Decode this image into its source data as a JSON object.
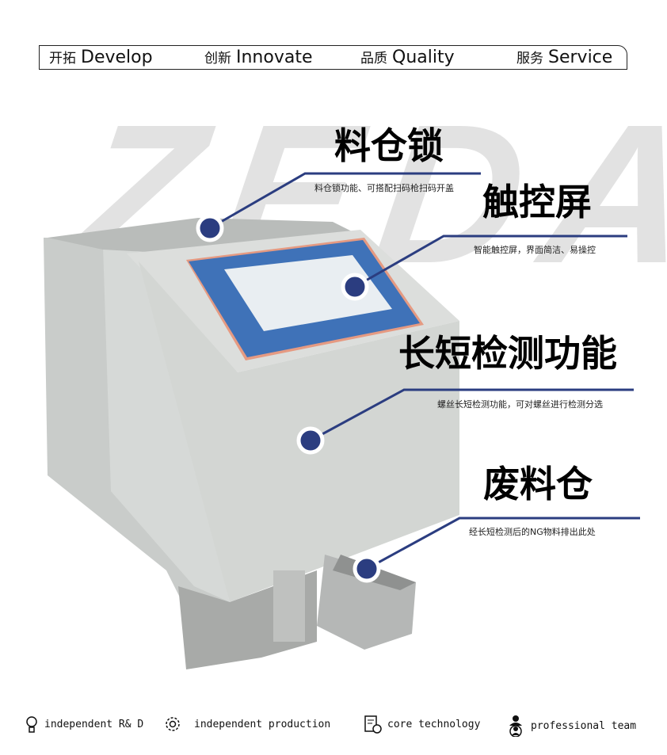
{
  "nav": {
    "items": [
      {
        "cn": "开拓",
        "en": "Develop"
      },
      {
        "cn": "创新",
        "en": "Innovate"
      },
      {
        "cn": "品质",
        "en": "Quality"
      },
      {
        "cn": "服务",
        "en": "Service"
      }
    ]
  },
  "watermark": "ZEDA",
  "callouts": [
    {
      "title": "料仓锁",
      "desc": "料仓锁功能、可搭配扫码枪扫码开盖"
    },
    {
      "title": "触控屏",
      "desc": "智能触控屏，界面简洁、易操控"
    },
    {
      "title": "长短检测功能",
      "desc": "螺丝长短检测功能，可对螺丝进行检测分选"
    },
    {
      "title": "废料仓",
      "desc": "经长短检测后的NG物料排出此处"
    }
  ],
  "features": [
    {
      "icon": "lightbulb-icon",
      "label": "independent R& D"
    },
    {
      "icon": "gear-icon",
      "label": "independent production"
    },
    {
      "icon": "document-clock-icon",
      "label": "core technology"
    },
    {
      "icon": "people-icon",
      "label": "professional team"
    }
  ],
  "colors": {
    "accent": "#2b3d80",
    "screen_frame": "#3f72b8",
    "machine_body": "#d9dcd9"
  }
}
